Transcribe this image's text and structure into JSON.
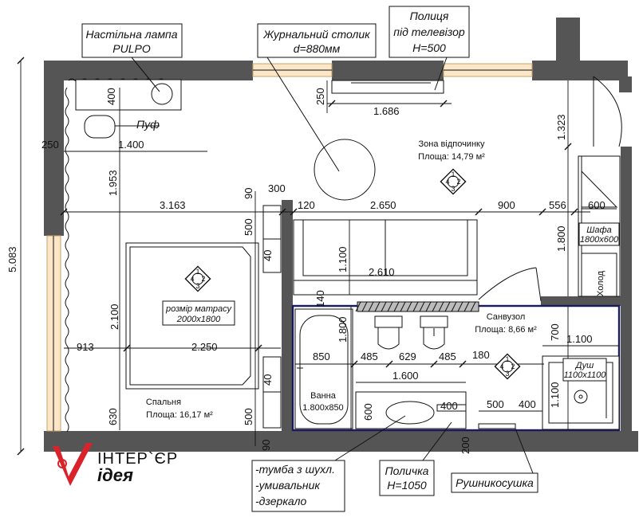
{
  "callouts": {
    "lamp": [
      "Настільна лампа",
      "PULPO"
    ],
    "table": [
      "Журнальний столик",
      "d=880мм"
    ],
    "shelf_tv": [
      "Полиця",
      "під телевізор",
      "H=500"
    ],
    "puf": "Пуф",
    "cabinet": [
      "-тумба з шухл.",
      "-умивальник",
      "-дзеркало"
    ],
    "polychka": [
      "Поличка",
      "H=1050"
    ],
    "towel": "Рушникосушка"
  },
  "rooms": {
    "lounge": {
      "name": "Зона відпочинку",
      "area": "Площа: 14,79 м²"
    },
    "bathroom": {
      "name": "Санвузол",
      "area": "Площа: 8,66 м²"
    },
    "bedroom": {
      "name": "Спальня",
      "area": "Площа: 16,17 м²"
    },
    "bath": {
      "name": "Ванна",
      "size": "1.800х850"
    },
    "wardrobe": {
      "name": "Шафа",
      "size": "1800х600"
    },
    "shower": {
      "name": "Душ",
      "size": "1100х1100"
    },
    "mattress": {
      "name": "розмір матрасу",
      "size": "2000х1800"
    },
    "fridge": "Холод"
  },
  "marker_digits": [
    "1",
    "2",
    "3",
    "4"
  ],
  "dims": {
    "d400a": "400",
    "d1400": "1.400",
    "d250a": "250",
    "d1953": "1.953",
    "d5083": "5.083",
    "d250b": "250",
    "d1686": "1.686",
    "d1323": "1.323",
    "d90a": "90",
    "d300": "300",
    "d3163": "3.163",
    "d120": "120",
    "d2650": "2.650",
    "d900": "900",
    "d556": "556",
    "d600a": "600",
    "d500a": "500",
    "d1800a": "1.800",
    "d1100a": "1.100",
    "d40a": "40",
    "d2610": "2.610",
    "d2100": "2.100",
    "d140": "140",
    "d1800b": "1.800",
    "d913": "913",
    "d2250": "2.250",
    "d850": "850",
    "d485a": "485",
    "d629": "629",
    "d485b": "485",
    "d180": "180",
    "d700": "700",
    "d1100b": "1.100",
    "d1600": "1.600",
    "d1100c": "1.100",
    "d40b": "40",
    "d630": "630",
    "d500b": "500",
    "d600b": "600",
    "d400b": "400",
    "d500c": "500",
    "d400c": "400",
    "d200": "200",
    "d90b": "90"
  },
  "logo": {
    "line1": "ІНТЕР`ЄР",
    "line2": "ідея"
  },
  "colors": {
    "wall": "#555555",
    "bathroom_outline": "#1a1a5e",
    "window": "#fbe6c8",
    "logo_red": "#d9222a"
  }
}
